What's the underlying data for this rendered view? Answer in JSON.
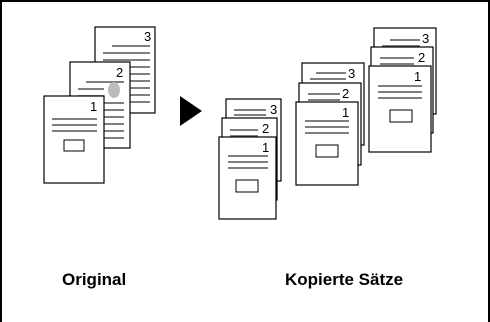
{
  "labels": {
    "original": "Original",
    "copies": "Kopierte Sätze"
  },
  "page_numbers": {
    "one": "1",
    "two": "2",
    "three": "3"
  },
  "colors": {
    "stroke": "#000000",
    "text_lines": "#555555",
    "staple_mark": "#bbbbbb",
    "arrow": "#000000"
  }
}
